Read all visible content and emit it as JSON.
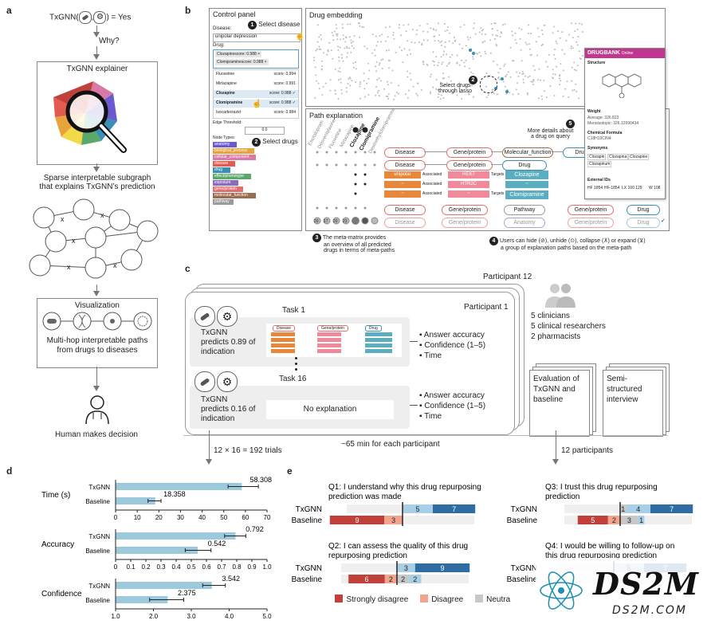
{
  "panel_labels": {
    "a": "a",
    "b": "b",
    "c": "c",
    "d": "d",
    "e": "e"
  },
  "a": {
    "query": "TxGNN(",
    "query_sep": ",",
    "query_end": ") = Yes",
    "why": "Why?",
    "explainer_title": "TxGNN explainer",
    "subgraph_text_1": "Sparse interpretable subgraph",
    "subgraph_text_2": "that explains TxGNN’s prediction",
    "cross": "x",
    "visualization_title": "Visualization",
    "visualization_text_1": "Multi-hop interpretable paths",
    "visualization_text_2": "from drugs to diseases",
    "human": "Human makes decision"
  },
  "b": {
    "control_panel": "Control panel",
    "disease_label": "Disease:",
    "disease_value": "unipolar depression",
    "drug_label": "Drug:",
    "selected_drugs": [
      "Clozapinescore: 0.988 ×",
      "Clomipraminescore: 0.988 ×"
    ],
    "drug_list": [
      {
        "name": "Fluoxetine",
        "score": "score: 0.994"
      },
      {
        "name": "Mirtazapine",
        "score": "score: 0.991"
      },
      {
        "name": "Clozapine",
        "score": "score: 0.988 ✓"
      },
      {
        "name": "Clomipramine",
        "score": "score: 0.988 ✓"
      },
      {
        "name": "Isocarboxazid",
        "score": "score: 0.984"
      }
    ],
    "edge_threshold": "Edge Threshold:",
    "edge_value": "0.0",
    "node_types_label": "Node Types:",
    "node_types": [
      "anatomy",
      "biological_process",
      "cellular_component",
      "disease",
      "drug",
      "effect/phenotype",
      "exposure",
      "gene/protein",
      "molecular_function",
      "pathway"
    ],
    "node_colors": [
      "#6a5acd",
      "#e8a33b",
      "#d87aa6",
      "#e25b4e",
      "#3a8fb7",
      "#5aa96a",
      "#8a6bbf",
      "#e07070",
      "#9c6b4e",
      "#9a9a9a"
    ],
    "step1": "1",
    "step1_text": "Select disease",
    "step2": "2",
    "step2_text": "Select drugs",
    "drug_embedding": "Drug embedding",
    "step2b_text_1": "Select drugs",
    "step2b_text_2": "through lasso",
    "path_explanation": "Path explanation",
    "column_drugs": [
      "Escitalopram",
      "Desvenlafaxine",
      "Fluoxetine",
      "Mirtazapine",
      "Clozapine",
      "Clomipramine",
      "Desmethylclomipramine"
    ],
    "path_nodes_row1": [
      "Disease",
      "Gene/protein",
      "Molecular_function",
      "Drug"
    ],
    "path_nodes_row2": [
      "Disease",
      "Gene/protein",
      "Drug"
    ],
    "row2_disease": "unipolar depres...",
    "assoc": "Associated",
    "targets": "Targets",
    "genes": [
      "HEK7",
      "HTR2C",
      "~"
    ],
    "drugs_out": [
      "Clozapine",
      "~",
      "Clomipramine"
    ],
    "path_nodes_row3": [
      "Disease",
      "Gene/protein",
      "Pathway",
      "Gene/protein",
      "Drug"
    ],
    "path_nodes_row4": [
      "Disease",
      "Gene/protein",
      "Anatomy",
      "Gene/protein",
      "Drug"
    ],
    "meta_counts": [
      "20",
      "17",
      "20",
      "23"
    ],
    "step3": "3",
    "step3_text_1": "The meta-matrix provides",
    "step3_text_2": "an overview of all predicted",
    "step3_text_3": "drugs in terms of meta-paths",
    "step4": "4",
    "step4_text_1": "Users can  hide (⊘), unhide (⊙), collapse (⊼) or expand (⊻)",
    "step4_text_2": "a group of explanation paths based on the meta-path",
    "step5": "5",
    "step5_text_1": "More details about",
    "step5_text_2": "a drug on query",
    "drugbank": "DRUGBANK",
    "drugbank_online": "Online",
    "db_structure": "Structure",
    "db_weight": "Weight",
    "db_weight_avg": "Average: 326.823",
    "db_weight_mono": "Monoisotopic: 326.12990434",
    "db_formula": "Chemical Formula",
    "db_formula_val": "C18H19ClN4",
    "db_synonyms": "Synonyms",
    "db_syn_list": [
      "Clozapin",
      "Clozapina",
      "Clozapine",
      "Clozapinum"
    ],
    "db_external": "External IDs",
    "db_ext_list": [
      "HF 1854",
      "HF-1854",
      "LX 100 129",
      "W 108"
    ]
  },
  "c": {
    "participant12": "Participant 12",
    "participant1": "Participant 1",
    "task1": "Task 1",
    "task16": "Task 16",
    "pred1_1": "TxGNN",
    "pred1_2": "predicts 0.89 of",
    "pred1_3": "indication",
    "pred2_1": "TxGNN",
    "pred2_2": "predicts 0.16 of",
    "pred2_3": "indication",
    "no_explanation": "No explanation",
    "q_items": [
      "Answer accuracy",
      "Confidence (1–5)",
      "Time"
    ],
    "mini_headers": [
      "Disease",
      "Gene/protein",
      "Drug"
    ],
    "clinicians": [
      "5 clinicians",
      "5 clinical researchers",
      "2 pharmacists"
    ],
    "eval1": [
      "Evaluation of",
      "TxGNN and",
      "baseline"
    ],
    "eval2": [
      "Semi-",
      "structured",
      "interview"
    ],
    "duration": "~65 min for each participant",
    "trials": "12 × 16 = 192 trials",
    "participants": "12 participants"
  },
  "d": {
    "charts": [
      {
        "title": "Time (s)",
        "txgnn": 58.308,
        "baseline": 18.358,
        "txgnn_label": "58.308",
        "baseline_label": "18.358",
        "txgnn_err": [
          52,
          66
        ],
        "baseline_err": [
          15,
          21
        ],
        "ticks": [
          "0",
          "10",
          "20",
          "30",
          "40",
          "50",
          "60",
          "70"
        ],
        "min": 0,
        "max": 70
      },
      {
        "title": "Accuracy",
        "txgnn": 0.792,
        "baseline": 0.542,
        "txgnn_label": "0.792",
        "baseline_label": "0.542",
        "txgnn_err": [
          0.72,
          0.86
        ],
        "baseline_err": [
          0.46,
          0.63
        ],
        "ticks": [
          "0",
          "0.1",
          "0.2",
          "0.3",
          "0.4",
          "0.5",
          "0.6",
          "0.7",
          "0.8",
          "0.9",
          "1.0"
        ],
        "min": 0,
        "max": 1.0
      },
      {
        "title": "Confidence",
        "txgnn": 3.542,
        "baseline": 2.375,
        "txgnn_label": "3.542",
        "baseline_label": "2.375",
        "txgnn_err": [
          3.3,
          3.9
        ],
        "baseline_err": [
          1.9,
          2.8
        ],
        "ticks": [
          "1.0",
          "2.0",
          "3.0",
          "4.0",
          "5.0"
        ],
        "min": 1.0,
        "max": 5.0
      }
    ],
    "row_labels": [
      "TxGNN",
      "Baseline"
    ]
  },
  "e": {
    "questions": [
      {
        "title_1": "Q1: I understand why this drug repurposing",
        "title_2": "prediction was made",
        "txgnn": [
          {
            "v": "5",
            "c": "#a9cfe6",
            "t": "#222"
          },
          {
            "v": "7",
            "c": "#2e6ca4",
            "t": "#fff"
          }
        ],
        "baseline": [
          {
            "v": "9",
            "c": "#c0403a",
            "t": "#fff"
          },
          {
            "v": "3",
            "c": "#f2a48d",
            "t": "#222"
          }
        ]
      },
      {
        "title_1": "Q2: I can assess the quality of this drug",
        "title_2": "repurposing prediction",
        "txgnn": [
          {
            "v": "3",
            "c": "#a9cfe6",
            "t": "#222"
          },
          {
            "v": "9",
            "c": "#2e6ca4",
            "t": "#fff"
          }
        ],
        "baseline": [
          {
            "v": "6",
            "c": "#c0403a",
            "t": "#fff"
          },
          {
            "v": "2",
            "c": "#f2a48d",
            "t": "#222"
          },
          {
            "v": "2",
            "c": "#c8c8c8",
            "t": "#222"
          },
          {
            "v": "2",
            "c": "#a9cfe6",
            "t": "#222"
          }
        ]
      },
      {
        "title_1": "Q3: I trust this drug repurposing",
        "title_2": "prediction",
        "txgnn": [
          {
            "v": "1",
            "c": "#c8c8c8",
            "t": "#222"
          },
          {
            "v": "4",
            "c": "#a9cfe6",
            "t": "#222"
          },
          {
            "v": "7",
            "c": "#2e6ca4",
            "t": "#fff"
          }
        ],
        "baseline": [
          {
            "v": "5",
            "c": "#c0403a",
            "t": "#fff"
          },
          {
            "v": "2",
            "c": "#f2a48d",
            "t": "#222"
          },
          {
            "v": "3",
            "c": "#c8c8c8",
            "t": "#222"
          },
          {
            "v": "1",
            "c": "#a9cfe6",
            "t": "#222"
          }
        ]
      },
      {
        "title_1": "Q4: I would be willing to follow-up on",
        "title_2": "this drug repurposing prediction",
        "txgnn": [
          {
            "v": "5",
            "c": "#a9cfe6",
            "t": "#222"
          },
          {
            "v": "7",
            "c": "#2e6ca4",
            "t": "#fff"
          }
        ],
        "baseline": []
      }
    ],
    "row_labels": [
      "TxGNN",
      "Baseline"
    ],
    "legend": [
      {
        "label": "Strongly disagree",
        "color": "#c0403a"
      },
      {
        "label": "Disagree",
        "color": "#f2a48d"
      },
      {
        "label": "Neutra",
        "color": "#c8c8c8"
      }
    ]
  },
  "watermark": {
    "logo": "DS2M",
    "url": "DS2M.COM"
  }
}
